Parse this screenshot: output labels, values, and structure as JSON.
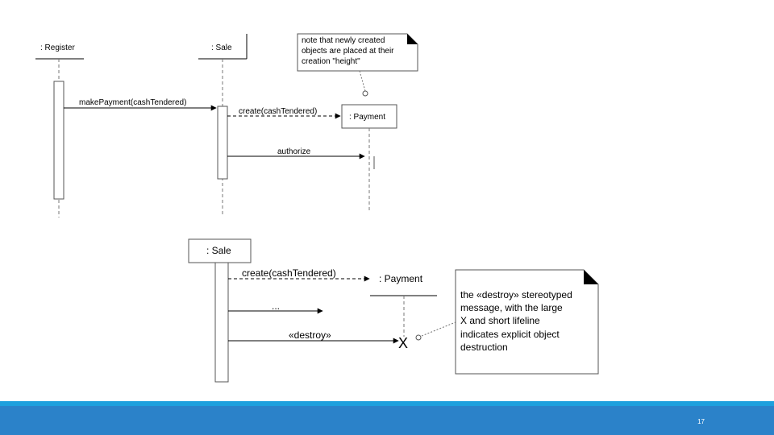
{
  "diagram1": {
    "register_label": ": Register",
    "sale_label": ": Sale",
    "payment_label": ": Payment",
    "msg_make_payment": "makePayment(cashTendered)",
    "msg_create": "create(cashTendered)",
    "msg_authorize": "authorize",
    "note_lines": [
      "note that newly created",
      "objects are placed at their",
      "creation \"height\""
    ]
  },
  "diagram2": {
    "sale_label": ": Sale",
    "payment_label": ": Payment",
    "msg_create": "create(cashTendered)",
    "msg_ellipsis": "...",
    "msg_destroy": "«destroy»",
    "destroy_mark": "X",
    "note_lines": [
      "the «destroy» stereotyped",
      "message, with the large",
      "X and short lifeline",
      "indicates explicit object",
      "destruction"
    ]
  },
  "footer": {
    "page_number": "17"
  },
  "colors": {
    "footer_bar": "#2b82c9",
    "footer_stripe": "#1ea0dd"
  }
}
